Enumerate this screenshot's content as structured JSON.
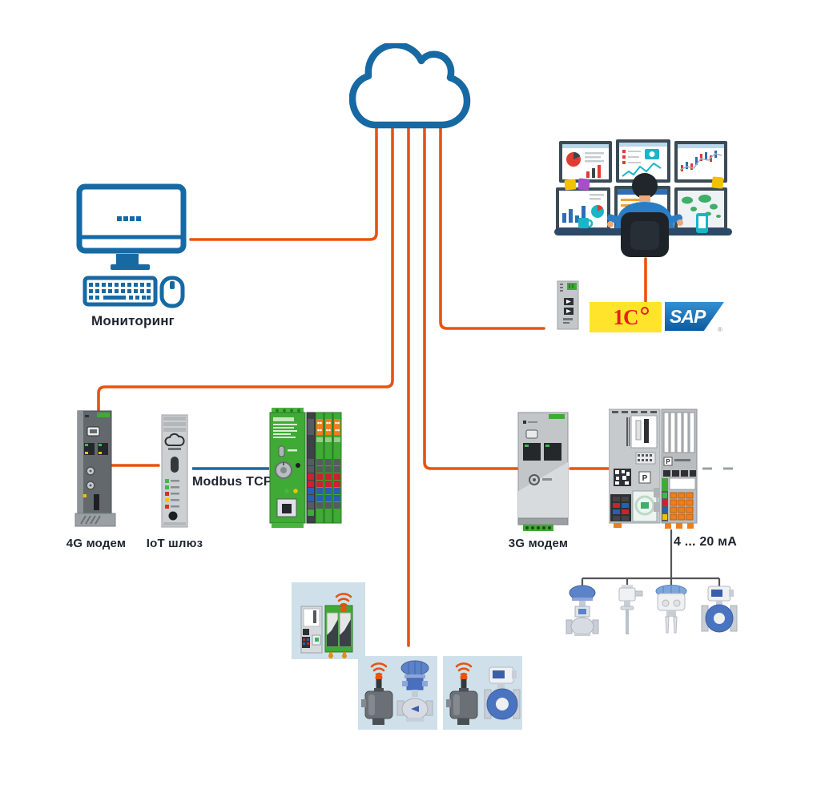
{
  "diagram": {
    "labels": {
      "monitoring": "Мониторинг",
      "modem_4g": "4G модем",
      "iot_gateway": "IoT шлюз",
      "modbus_tcp": "Modbus TCP",
      "modem_3g": "3G модем",
      "current_loop": "4 ... 20 мА"
    },
    "logos": {
      "onec": "1С",
      "sap": "SAP"
    },
    "colors": {
      "connector_orange": "#E8530E",
      "connector_blue": "#1769A3",
      "outline_blue": "#1769A3",
      "label_text": "#1F2430",
      "panel_blue": "#CFE0EB",
      "device_green": "#3FAA35",
      "logo_1c_bg": "#FFE42B",
      "logo_1c_text": "#E2231A",
      "sap_blue": "#1B72B8",
      "wire_gray": "#55565A"
    },
    "icons": {
      "cloud": "cloud-icon",
      "wifi": "wifi-signal-icon",
      "workstation": "monitor-keyboard-mouse-icon"
    }
  }
}
